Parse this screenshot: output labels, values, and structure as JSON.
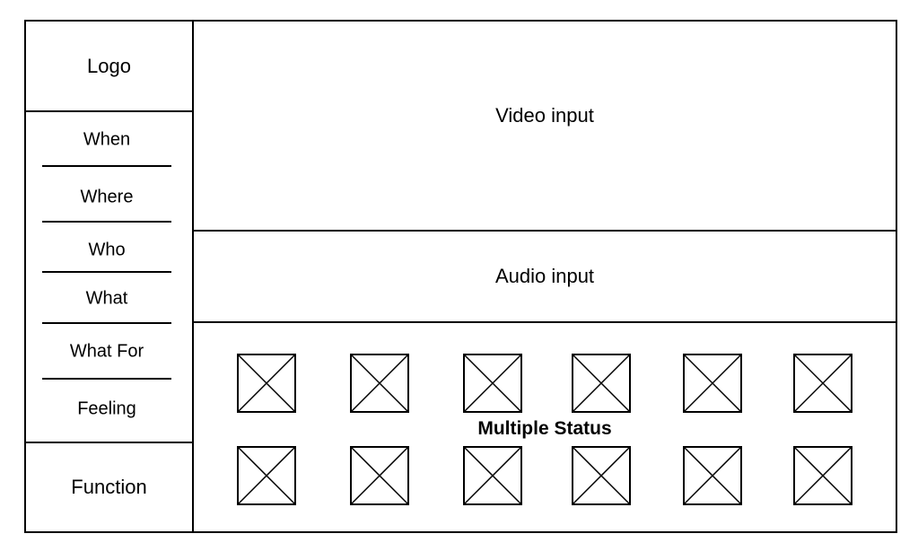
{
  "sidebar": {
    "logo": "Logo",
    "items": [
      {
        "label": "When"
      },
      {
        "label": "Where"
      },
      {
        "label": "Who"
      },
      {
        "label": "What"
      },
      {
        "label": "What For"
      },
      {
        "label": "Feeling"
      }
    ],
    "function": "Function"
  },
  "main": {
    "video_label": "Video input",
    "audio_label": "Audio input",
    "status_label": "Multiple Status",
    "status_icon": "image-placeholder-icon",
    "status_rows": 2,
    "status_columns": 6
  }
}
